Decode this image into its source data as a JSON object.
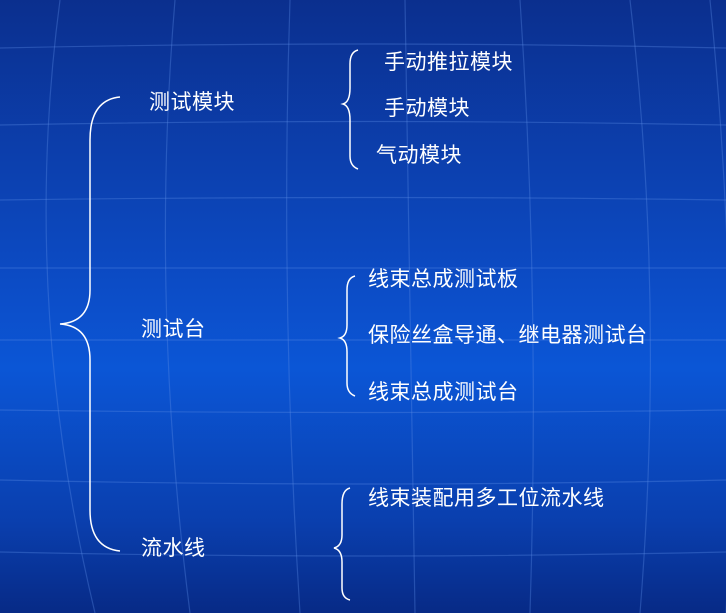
{
  "categories": [
    {
      "id": "modules",
      "label": "测试模块",
      "items": [
        "手动推拉模块",
        "手动模块",
        "气动模块"
      ]
    },
    {
      "id": "bench",
      "label": "测试台",
      "items": [
        "线束总成测试板",
        "保险丝盒导通、继电器测试台",
        "线束总成测试台"
      ]
    },
    {
      "id": "line",
      "label": "流水线",
      "items": [
        "线束装配用多工位流水线"
      ]
    }
  ],
  "colors": {
    "text": "#ffffff",
    "bracket": "#ffffff",
    "background_top": "#0b2f8e",
    "background_mid": "#0b56d6",
    "grid": "#5d8de6"
  }
}
